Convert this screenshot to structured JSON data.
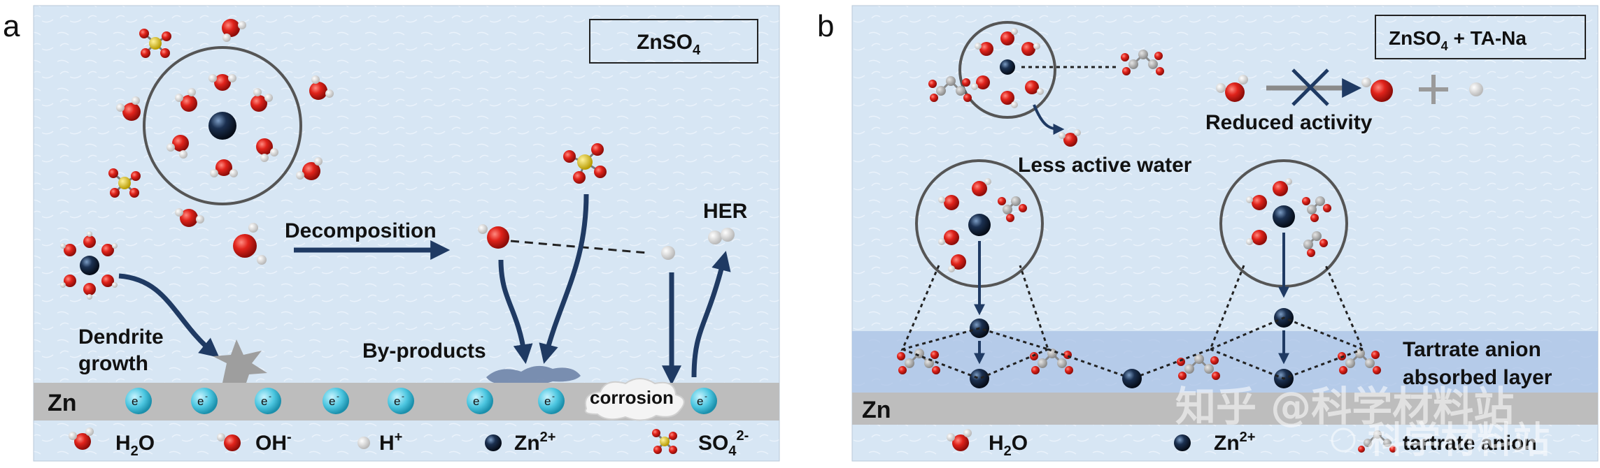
{
  "panels": {
    "a": {
      "letter": "a",
      "condition": "ZnSO",
      "condition_sub": "4",
      "labels": {
        "decomposition": "Decomposition",
        "her": "HER",
        "dendrite_line1": "Dendrite",
        "dendrite_line2": "growth",
        "by_products": "By-products",
        "corrosion": "corrosion"
      },
      "electrode": "Zn",
      "electron": "e",
      "electron_sup": "-",
      "legend": [
        {
          "main": "H",
          "sub": "2",
          "tail": "O",
          "sup": ""
        },
        {
          "main": "OH",
          "sub": "",
          "tail": "",
          "sup": "-"
        },
        {
          "main": "H",
          "sub": "",
          "tail": "",
          "sup": "+"
        },
        {
          "main": "Zn",
          "sub": "",
          "tail": "",
          "sup": "2+"
        },
        {
          "main": "SO",
          "sub": "4",
          "tail": "",
          "sup": "2-"
        }
      ]
    },
    "b": {
      "letter": "b",
      "condition": "ZnSO",
      "condition_sub": "4",
      "condition_tail": " + TA-Na",
      "labels": {
        "reduced_activity": "Reduced activity",
        "less_active_water": "Less active water",
        "layer_line1": "Tartrate anion",
        "layer_line2": "absorbed layer"
      },
      "electrode": "Zn",
      "legend": [
        {
          "main": "H",
          "sub": "2",
          "tail": "O",
          "sup": ""
        },
        {
          "main": "Zn",
          "sub": "",
          "tail": "",
          "sup": "2+"
        },
        {
          "main": "tartrate anion",
          "sub": "",
          "tail": "",
          "sup": ""
        }
      ]
    }
  },
  "watermark": {
    "line1": "知乎 @科学材料站",
    "line2": "科学材料站"
  },
  "colors": {
    "background": "#d8e6f4",
    "zn_bar": "#bdbdbd",
    "arrow": "#1f3a63",
    "oxygen": "#d8261f",
    "zinc_ion": "#0f2238",
    "electron": "#5fd0e6",
    "layer": "#a9c1e6"
  }
}
